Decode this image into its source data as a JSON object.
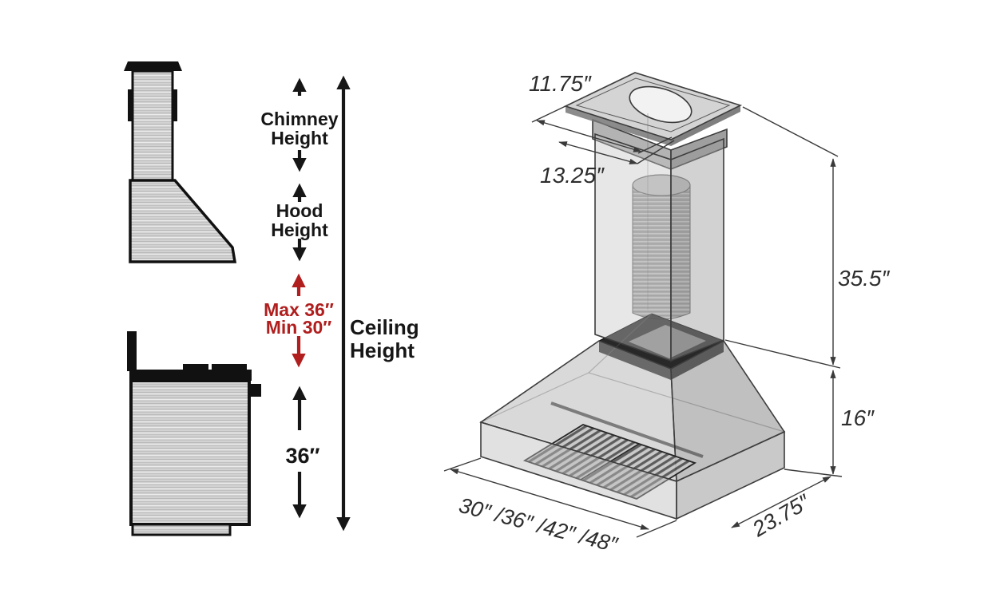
{
  "canvas": {
    "background": "#ffffff"
  },
  "colors": {
    "ink": "#161616",
    "red": "#b01e1e",
    "dim_line": "#3a3a3a"
  },
  "left_panel": {
    "chimney_height_label": {
      "line1": "Chimney",
      "line2": "Height"
    },
    "hood_height_label": {
      "line1": "Hood",
      "line2": "Height"
    },
    "clearance": {
      "max": "Max 36″",
      "min": "Min 30″"
    },
    "ceiling_height_label": {
      "line1": "Ceiling",
      "line2": "Height"
    },
    "hood_to_cooktop": "36″"
  },
  "iso_panel": {
    "plate_width": "11.75″",
    "plate_depth": "13.25″",
    "chimney_section_height": "35.5″",
    "hood_section_height": "16″",
    "width_options": "30″ /36″ /42″ /48″",
    "hood_depth": "23.75″"
  }
}
